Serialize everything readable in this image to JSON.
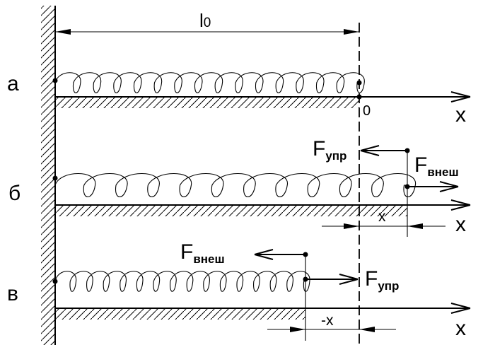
{
  "rows": [
    {
      "label": "а",
      "axis_label": "x",
      "origin_label": "0"
    },
    {
      "label": "б",
      "axis_label": "x",
      "disp_label": "x",
      "forces": {
        "elastic": {
          "main": "F",
          "sub": "упр"
        },
        "external": {
          "main": "F",
          "sub": "внеш"
        }
      }
    },
    {
      "label": "в",
      "axis_label": "x",
      "disp_label": "-x",
      "forces": {
        "elastic": {
          "main": "F",
          "sub": "упр"
        },
        "external": {
          "main": "F",
          "sub": "внеш"
        }
      }
    }
  ],
  "length_label": "l",
  "length_sub": "0",
  "colors": {
    "stroke": "#000000",
    "background": "#ffffff"
  }
}
